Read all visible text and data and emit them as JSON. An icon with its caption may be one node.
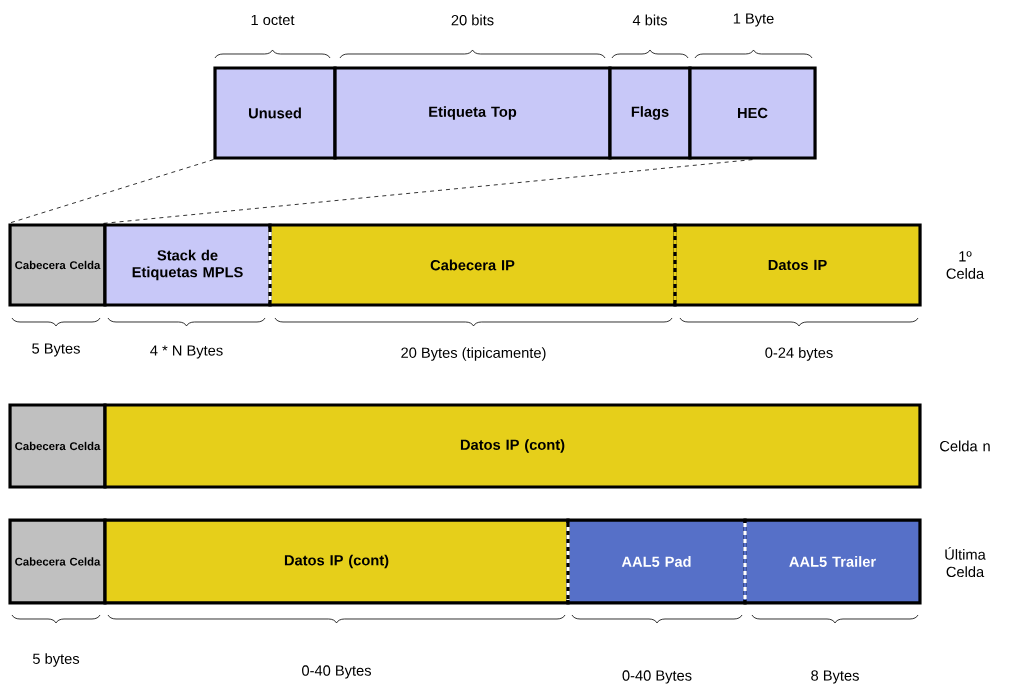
{
  "diagram": {
    "nodes": [
      {
        "text": [
          "Unused"
        ]
      },
      {
        "text": [
          "Etiqueta Top"
        ]
      },
      {
        "text": [
          "Flags"
        ]
      },
      {
        "text": [
          "HEC"
        ]
      },
      {
        "text": [
          "Cabecera Celda"
        ]
      },
      {
        "text": [
          "Stack de Etiquetas MPLS"
        ]
      },
      {
        "text": [
          "Cabecera IP"
        ]
      },
      {
        "text": [
          "Datos IP"
        ]
      },
      {
        "text": [
          "Cabecera Celda"
        ]
      },
      {
        "text": [
          "Datos IP (cont)"
        ]
      },
      {
        "text": [
          "Cabecera Celda"
        ]
      },
      {
        "text": [
          "Datos IP (cont)"
        ]
      },
      {
        "text": [
          "AAL5 Pad"
        ]
      },
      {
        "text": [
          "AAL5 Trailer"
        ]
      }
    ],
    "edges": [
      {
        "from": 0,
        "to": 4,
        "arrow": "none",
        "style": "dashed"
      },
      {
        "from": 3,
        "to": 5,
        "arrow": "none",
        "style": "dashed"
      }
    ],
    "labels": [
      "1 octet",
      "20 bits",
      "4 bits",
      "1 Byte",
      "1º Celda",
      "5 Bytes",
      "4 * N Bytes",
      "20 Bytes (tipicamente)",
      "0-24 bytes",
      "Celda n",
      "Última Celda",
      "5 bytes",
      "0-40 Bytes",
      "0-40 Bytes",
      "8 Bytes"
    ]
  }
}
